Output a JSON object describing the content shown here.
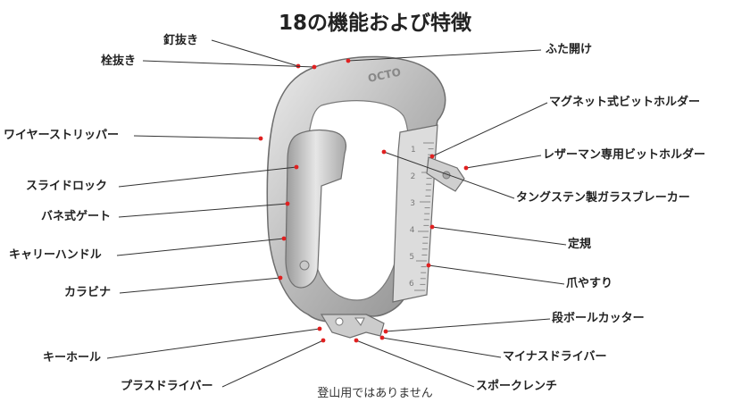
{
  "title": "18の機能および特徴",
  "note": "登山用ではありません",
  "colors": {
    "marker": "#e02020",
    "leader": "#333333",
    "metal_light": "#d6d6d6",
    "metal_dark": "#8a8a8a"
  },
  "product_logo": "OCTO",
  "ruler_ticks": [
    "1",
    "2",
    "3",
    "4",
    "5",
    "6"
  ],
  "features": [
    {
      "id": "nail-puller",
      "label": "釘抜き"
    },
    {
      "id": "pin-remover",
      "label": "栓抜き"
    },
    {
      "id": "lid-opener",
      "label": "ふた開け"
    },
    {
      "id": "wire-stripper",
      "label": "ワイヤーストリッパー"
    },
    {
      "id": "magnetic-bit-holder",
      "label": "マグネット式ビットホルダー"
    },
    {
      "id": "leatherman-bit-holder",
      "label": "レザーマン専用ビットホルダー"
    },
    {
      "id": "slide-lock",
      "label": "スライドロック"
    },
    {
      "id": "tungsten-glass-breaker",
      "label": "タングステン製ガラスブレーカー"
    },
    {
      "id": "spring-gate",
      "label": "バネ式ゲート"
    },
    {
      "id": "ruler",
      "label": "定規"
    },
    {
      "id": "carry-handle",
      "label": "キャリーハンドル"
    },
    {
      "id": "nail-file",
      "label": "爪やすり"
    },
    {
      "id": "carabiner",
      "label": "カラビナ"
    },
    {
      "id": "box-cutter",
      "label": "段ボールカッター"
    },
    {
      "id": "keyhole",
      "label": "キーホール"
    },
    {
      "id": "flathead-driver",
      "label": "マイナスドライバー"
    },
    {
      "id": "phillips-driver",
      "label": "プラスドライバー"
    },
    {
      "id": "spoke-wrench",
      "label": "スポークレンチ"
    }
  ]
}
